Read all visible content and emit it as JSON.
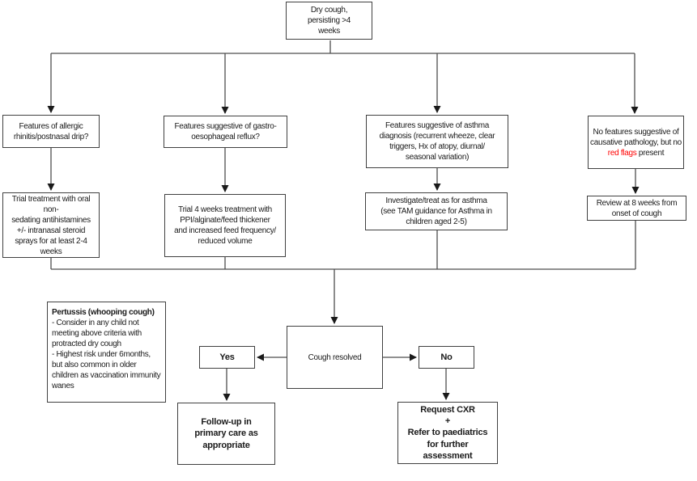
{
  "diagram": {
    "nodes": {
      "start": {
        "text": "Dry cough,\npersisting >4\nweeks"
      },
      "allergic_question": {
        "text": "Features of allergic\nrhinitis/postnasal drip?"
      },
      "allergic_treatment": {
        "text": "Trial treatment with oral\nnon-\nsedating antihistamines\n+/- intranasal steroid\nsprays for at least 2-4\nweeks"
      },
      "reflux_question": {
        "text": "Features suggestive of gastro-\noesophageal reflux?"
      },
      "reflux_treatment": {
        "text": "Trial 4 weeks treatment with\nPPI/alginate/feed thickener\nand increased feed frequency/\nreduced volume"
      },
      "asthma_question": {
        "text": "Features suggestive of asthma\ndiagnosis (recurrent wheeze, clear\ntriggers, Hx of atopy, diurnal/\nseasonal variation)"
      },
      "asthma_treatment": {
        "text": "Investigate/treat as for asthma\n(see TAM guidance for Asthma in\nchildren aged 2-5)"
      },
      "no_features": {
        "text_before": "No features suggestive of causative pathology, but no ",
        "highlight": "red flags",
        "text_after": " present"
      },
      "review": {
        "text": "Review at 8 weeks from\nonset of cough"
      },
      "pertussis": {
        "title": "Pertussis (whooping cough)",
        "items": [
          "- Consider in any child not meeting above criteria with protracted dry cough",
          "- Highest risk under 6months, but also common in older children as vaccination immunity wanes"
        ]
      },
      "cough_resolved": {
        "text": "Cough resolved"
      },
      "yes": {
        "text": "Yes"
      },
      "no": {
        "text": "No"
      },
      "follow_up": {
        "text": "Follow-up in\nprimary care as\nappropriate"
      },
      "request_cxr": {
        "text": "Request CXR\n+\nRefer to paediatrics\nfor further\nassessment"
      }
    },
    "colors": {
      "highlight-red": "#ff0000",
      "box-border": "#404040",
      "connector": "#4d4d4d",
      "text": "#1a1a1a",
      "background": "#ffffff"
    }
  }
}
